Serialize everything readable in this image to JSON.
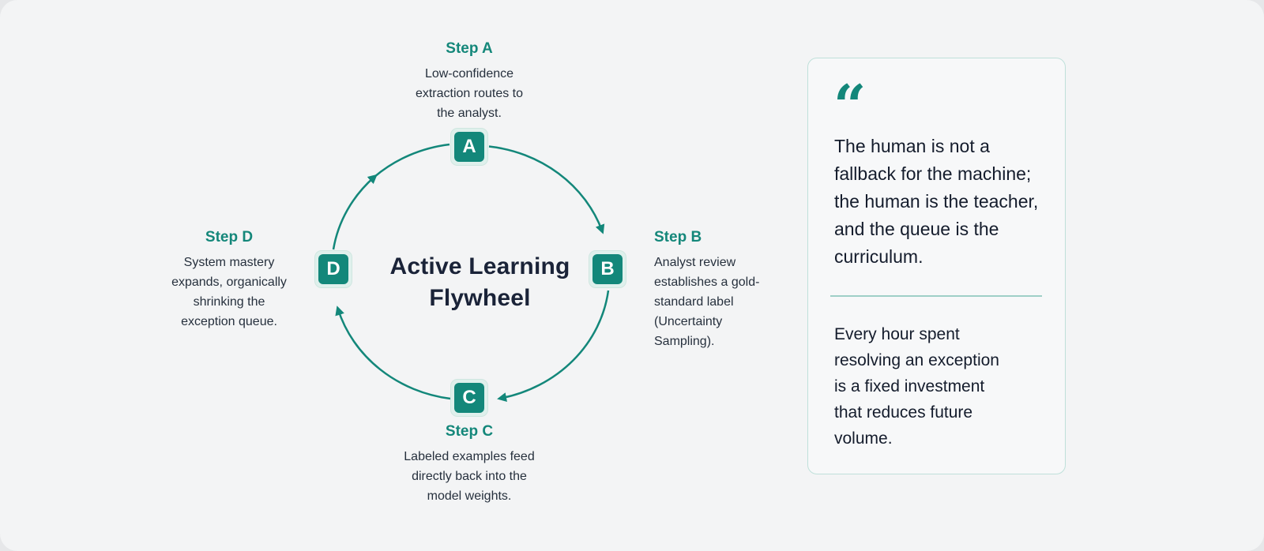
{
  "diagram": {
    "title": "Active Learning Flywheel",
    "accent_color": "#13877a",
    "nodes": [
      {
        "letter": "A",
        "title": "Step A",
        "desc": "Low-confidence extraction routes to the analyst.",
        "desc_lines": [
          "Low-confidence",
          "extraction routes to",
          "the analyst."
        ]
      },
      {
        "letter": "B",
        "title": "Step B",
        "desc": "Analyst review establishes a gold-standard label (Uncertainty Sampling).",
        "desc_lines": [
          "Analyst review",
          "establishes a gold-",
          "standard label",
          "(Uncertainty",
          "Sampling)."
        ]
      },
      {
        "letter": "C",
        "title": "Step C",
        "desc": "Labeled examples feed directly back into the model weights.",
        "desc_lines": [
          "Labeled examples feed",
          "directly back into the",
          "model weights."
        ]
      },
      {
        "letter": "D",
        "title": "Step D",
        "desc": "System mastery expands, organically shrinking the exception queue.",
        "desc_lines": [
          "System mastery",
          "expands, organically",
          "shrinking the",
          "exception queue."
        ]
      }
    ],
    "flow": "clockwise A → B → C → D → A"
  },
  "quote": {
    "icon": "quote-mark-icon",
    "mark": "“",
    "text": "The human is not a fallback for the machine; the human is the teacher, and the queue is the curriculum.",
    "text_lines": [
      "The human is not a",
      "fallback for the machine;",
      "the human is the teacher,",
      "and the queue is the",
      "curriculum."
    ],
    "sub": "Every hour spent resolving an exception is a fixed investment that reduces future volume.",
    "sub_lines": [
      "Every hour spent",
      "resolving an exception",
      "is a fixed investment",
      "that reduces future",
      "volume."
    ]
  }
}
